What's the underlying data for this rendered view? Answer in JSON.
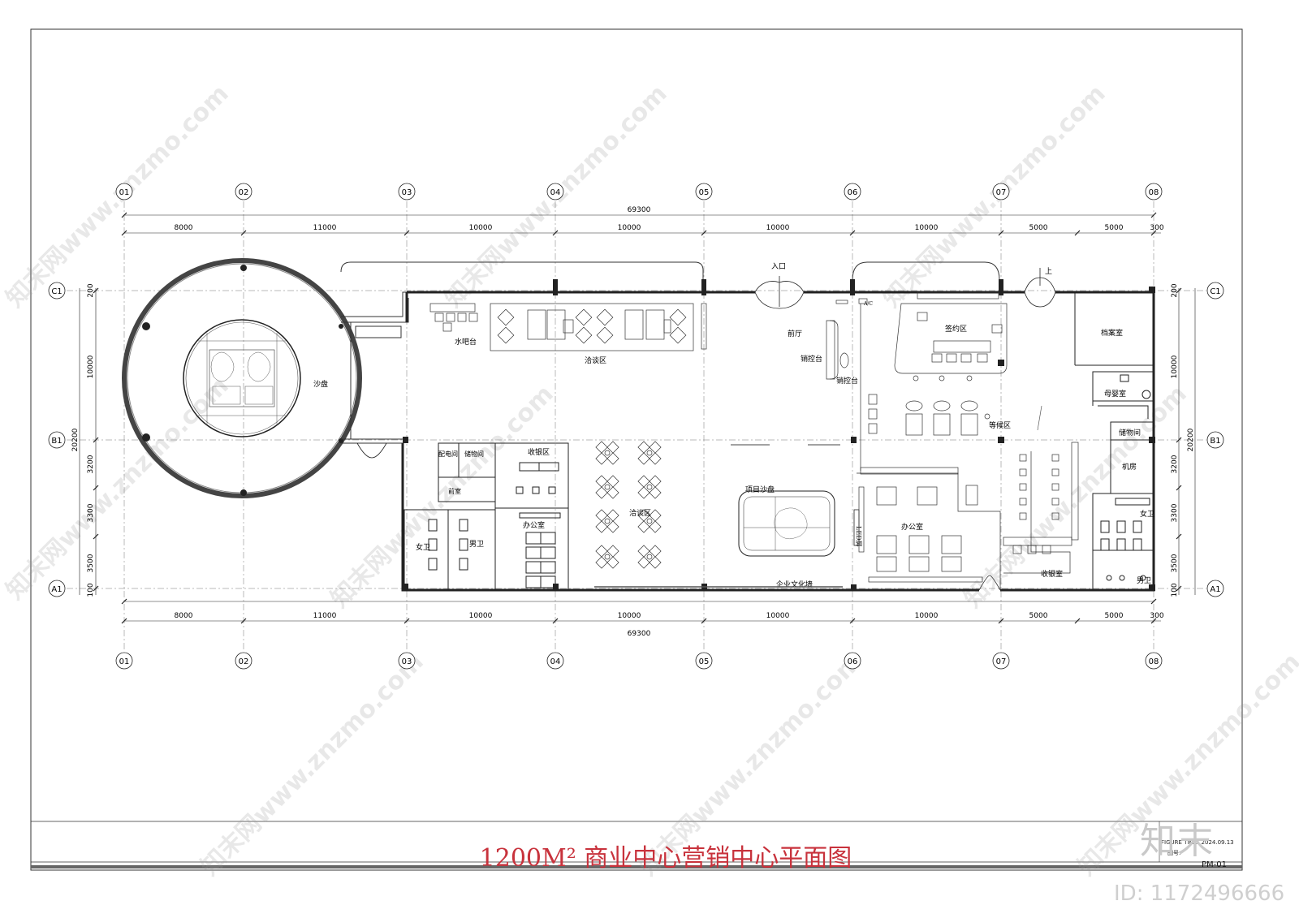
{
  "drawing": {
    "title": "1200M² 商业中心营销中心平面图",
    "drawing_number": "PM-01",
    "meta_line": "FIGURE TIME: 2024.09.13",
    "number_label": "图号:",
    "watermark_text": "知末网www.znzmo.com",
    "brand": "知末",
    "id_text": "ID: 1172496666",
    "title_color": "#c8323c"
  },
  "grid": {
    "columns": [
      "01",
      "02",
      "03",
      "04",
      "05",
      "06",
      "07",
      "08"
    ],
    "rows": [
      "C1",
      "B1",
      "A1"
    ],
    "overall_dimension": "69300",
    "column_spacings": [
      "8000",
      "11000",
      "10000",
      "10000",
      "10000",
      "10000",
      "5000",
      "5000",
      "300"
    ],
    "left_overall": "20200",
    "right_overall": "20200",
    "left_spacings": [
      "200",
      "10000",
      "3200",
      "3300",
      "3500",
      "100"
    ],
    "right_spacings": [
      "200",
      "10000",
      "3200",
      "3300",
      "3500",
      "100"
    ]
  },
  "rooms": {
    "sand_table": "沙盘",
    "water_bar": "水吧台",
    "negotiation_top": "洽谈区",
    "entrance": "入口",
    "front_hall": "前厅",
    "sales_desk": "销控台",
    "sales_desk_2": "销控台",
    "signing": "签约区",
    "archive": "档案室",
    "mother_room": "母婴室",
    "storage_right": "储物间",
    "machine_room": "机房",
    "female_wc_right": "女卫",
    "male_wc_right": "男卫",
    "waiting": "等候区",
    "cashier_right": "收银室",
    "office_right": "办公室",
    "power_room": "配电间",
    "storage_left": "储物间",
    "anteroom": "前室",
    "cashier_left": "收银区",
    "female_wc_left": "女卫",
    "male_wc_left": "男卫",
    "office_left": "办公室",
    "negotiation_main": "洽谈区",
    "project_sand_table": "项目沙盘",
    "culture_wall": "企业文化墙",
    "led_screen": "LED屏",
    "up": "上",
    "ac": "A/C"
  }
}
